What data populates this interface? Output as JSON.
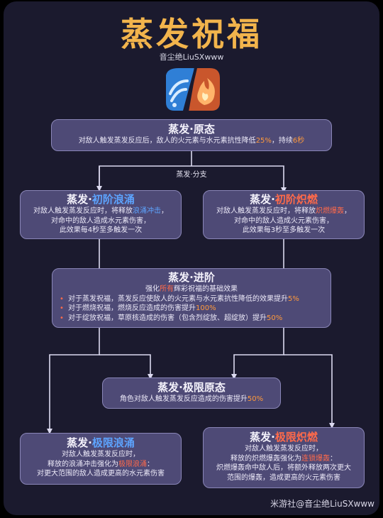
{
  "title": "蒸发祝福",
  "author": "音尘绝LiuSXwww",
  "watermark": "米游社@音尘绝LiuSXwww",
  "branch_label": "蒸发·分支",
  "colors": {
    "title": "#f2b44c",
    "box_fill": "#4e4a76",
    "blue_highlight": "#5da4ff",
    "red_highlight": "#ff6a4a",
    "orange_value": "#ff9a3c"
  },
  "emblem": {
    "left_icon": "hydro-wave-icon",
    "right_icon": "pyro-flame-icon"
  },
  "origin": {
    "head": "蒸发·原态",
    "text_a": "对敌人触发蒸发反应后，敌人的火元素与水元素抗性降低",
    "value1": "25%",
    "text_b": "，持续",
    "value2": "6秒"
  },
  "surge1": {
    "head_prefix": "蒸发·",
    "head_suffix": "初阶浪涌",
    "line1_a": "对敌人触发蒸发反应时，将释放",
    "line1_highlight": "浪涌冲击",
    "line1_b": "，",
    "line2": "对命中的敌人造成水元素伤害，",
    "line3": "此效果每4秒至多触发一次"
  },
  "burn1": {
    "head_prefix": "蒸发·",
    "head_suffix": "初阶炽燃",
    "line1_a": "对敌人触发蒸发反应时，将释放",
    "line1_highlight": "炽燃爆轰",
    "line1_b": "，",
    "line2": "对命中的敌人造成火元素伤害，",
    "line3": "此效果每3秒至多触发一次"
  },
  "advanced": {
    "head": "蒸发·进阶",
    "intro_a": "强化",
    "intro_highlight": "所有",
    "intro_b": "辉彩祝福的基础效果",
    "items": [
      {
        "text": "对于蒸发祝福，蒸发反应使敌人的火元素与水元素抗性降低的效果提升",
        "value": "5%"
      },
      {
        "text": "对于燃烧祝福，燃烧反应造成的伤害提升",
        "value": "100%"
      },
      {
        "text": "对于绽放祝福，草原核造成的伤害（包含烈绽放、超绽放）提升",
        "value": "50%"
      }
    ]
  },
  "ultimate": {
    "head": "蒸发·极限原态",
    "text": "角色对敌人触发蒸发反应造成的伤害提升",
    "value": "50%"
  },
  "surge2": {
    "head_prefix": "蒸发·",
    "head_suffix": "极限浪涌",
    "line1": "对敌人触发蒸发反应时，",
    "line2_a": "释放的浪涌冲击强化为",
    "line2_highlight": "极限浪涌",
    "line2_b": "：",
    "line3": "对更大范围的敌人造成更高的水元素伤害"
  },
  "burn2": {
    "head_prefix": "蒸发·",
    "head_suffix": "极限炽燃",
    "line1": "对敌人触发蒸发反应时，",
    "line2_a": "释放的炽燃爆轰强化为",
    "line2_highlight": "连锁爆轰",
    "line2_b": "：",
    "line3": "炽燃爆轰命中敌人后，将额外释放两次更大",
    "line4": "范围的爆轰，造成更高的火元素伤害"
  }
}
